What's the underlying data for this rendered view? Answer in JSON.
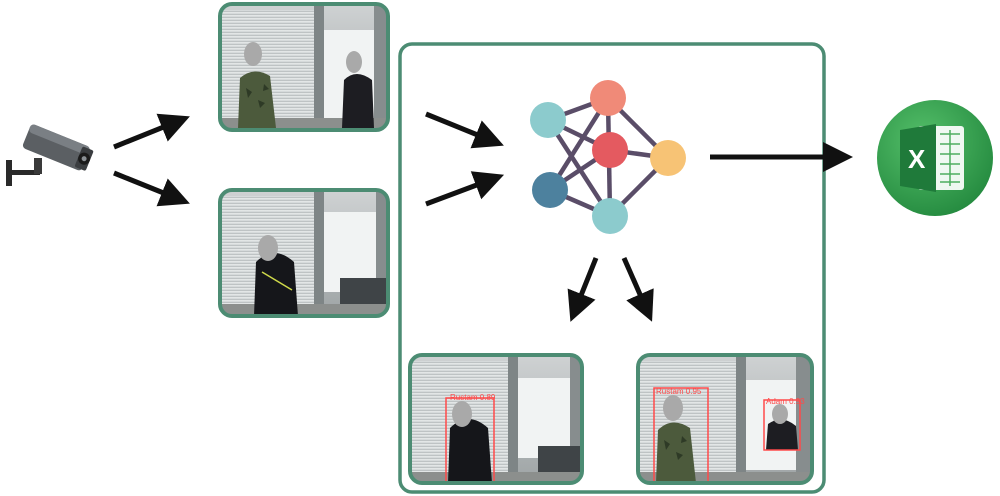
{
  "detections": [
    {
      "text": "Rustam 0.89"
    },
    {
      "text": "Rustam 0.95"
    },
    {
      "text": "Adam 0.93"
    }
  ],
  "icons": {
    "camera": "security-camera-icon",
    "network": "neural-network-icon",
    "excel": "excel-icon"
  },
  "colors": {
    "frame_border": "#4c8c73",
    "arrow": "#111111",
    "node_teal": "#8ccbcd",
    "node_salmon": "#f08a78",
    "node_red": "#e45a60",
    "node_yellow": "#f7c375",
    "node_blue": "#4d819e",
    "edge": "#5a4d68",
    "excel_green": "#2f9e4f",
    "box_red": "#ff4a4a"
  }
}
